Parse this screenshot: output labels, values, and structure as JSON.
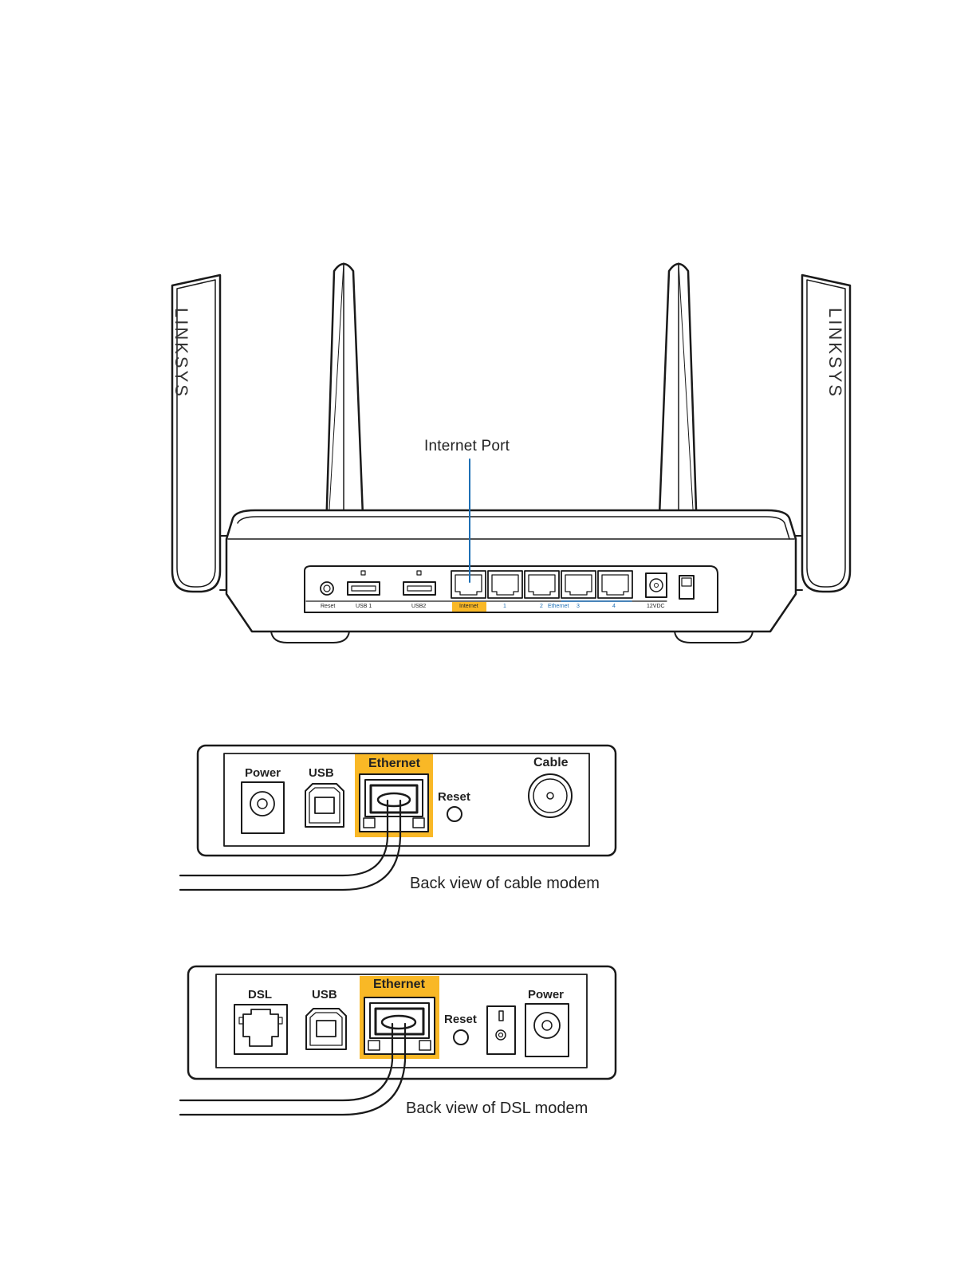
{
  "callout": {
    "text": "Internet Port"
  },
  "router": {
    "brand_left": "LINKSYS",
    "brand_right": "LINKSYS",
    "ports": {
      "reset": "Reset",
      "usb1": "USB 1",
      "usb2": "USB2",
      "internet": "Internet",
      "lan1": "1",
      "lan2": "2",
      "ethernet": "Ethernet",
      "lan3": "3",
      "lan4": "4",
      "power": "12VDC"
    }
  },
  "cable_modem": {
    "power": "Power",
    "usb": "USB",
    "ethernet": "Ethernet",
    "reset": "Reset",
    "cable": "Cable",
    "caption": "Back view of cable modem"
  },
  "dsl_modem": {
    "dsl": "DSL",
    "usb": "USB",
    "ethernet": "Ethernet",
    "reset": "Reset",
    "power": "Power",
    "caption": "Back view of DSL modem"
  },
  "colors": {
    "highlight": "#f9b826",
    "callout_line": "#1e6fb5",
    "stroke": "#1a1a1a"
  }
}
